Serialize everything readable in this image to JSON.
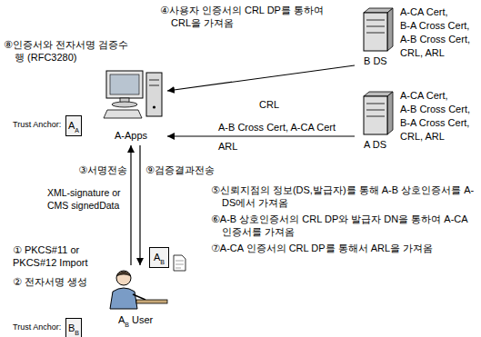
{
  "diagram": {
    "nodes": [
      {
        "text": [
          "A-Apps"
        ]
      },
      {
        "text": [
          "A",
          "A"
        ]
      },
      {
        "text": [
          "B DS",
          "A-CA Cert, B-A Cross Cert, A-B Cross Cert, CRL, ARL"
        ]
      },
      {
        "text": [
          "A DS",
          "A-CA Cert, A-B Cross Cert, B-A Cross Cert, CRL, ARL"
        ]
      },
      {
        "text": [
          "A",
          "B"
        ]
      },
      {
        "text": [
          "A",
          "B",
          "User"
        ]
      },
      {
        "text": [
          "B",
          "B"
        ]
      }
    ],
    "edges": [
      {
        "from": 2,
        "to": 0,
        "label": "CRL",
        "arrow": "to"
      },
      {
        "from": 3,
        "to": 0,
        "label": "A-B Cross Cert, A-CA Cert",
        "arrow": "to"
      },
      {
        "from": 5,
        "to": 0,
        "label": "③서명전송",
        "arrow": "to"
      },
      {
        "from": 0,
        "to": 5,
        "label": "⑨검증결과전송",
        "arrow": "to"
      }
    ],
    "labels": [
      "④사용자 인증서의 CRL DP를 통하여 CRL을 가져옴",
      "⑧인증서와 전자서명 검증수행 (RFC3280)",
      "Trust Anchor:",
      "ARL",
      "XML-signature or CMS signedData",
      "⑤신뢰지점의 정보(DS,발급자)를 통해 A-B 상호인증서를 A-DS에서 가져옴",
      "⑥A-B 상호인증서의 CRL DP와 발급자 DN을 통하여 A-CA 인증서를 가져옴",
      "⑦A-CA 인증서의 CRL DP를 통해서 ARL을 가져옴",
      "① PKCS#11 or PKCS#12 Import",
      "② 전자서명 생성",
      "Trust Anchor:"
    ]
  }
}
